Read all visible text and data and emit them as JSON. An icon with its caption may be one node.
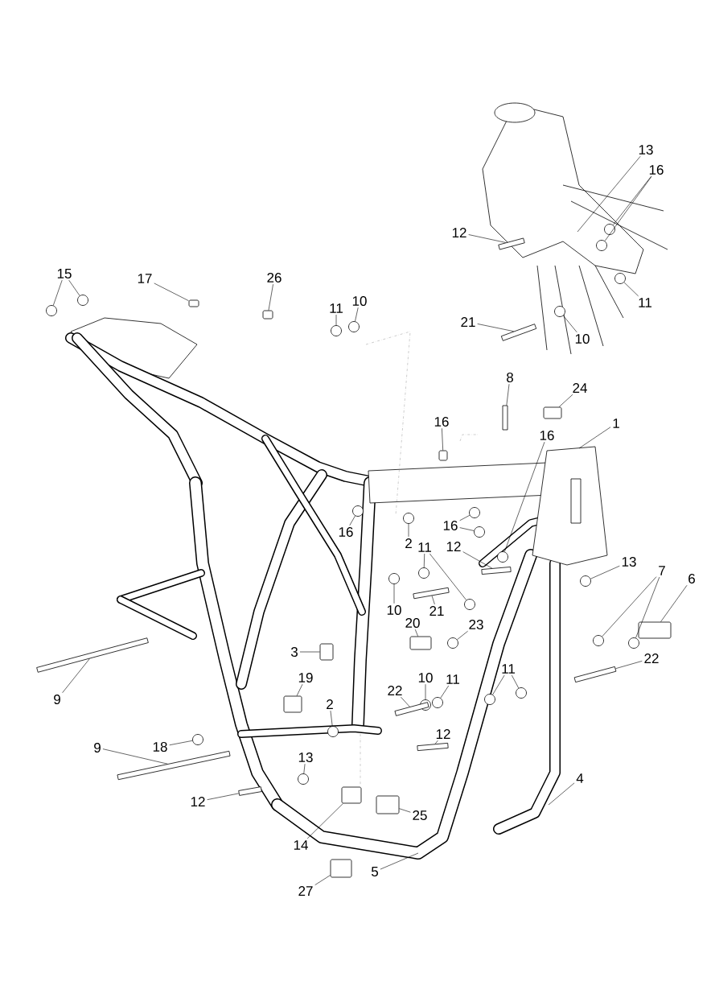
{
  "diagram": {
    "nodes": [
      {
        "text": [
          "13"
        ]
      },
      {
        "text": [
          "16"
        ]
      },
      {
        "text": [
          "12"
        ]
      },
      {
        "text": [
          "15"
        ]
      },
      {
        "text": [
          "17"
        ]
      },
      {
        "text": [
          "26"
        ]
      },
      {
        "text": [
          "11"
        ]
      },
      {
        "text": [
          "11"
        ]
      },
      {
        "text": [
          "10"
        ]
      },
      {
        "text": [
          "21"
        ]
      },
      {
        "text": [
          "10"
        ]
      },
      {
        "text": [
          "8"
        ]
      },
      {
        "text": [
          "24"
        ]
      },
      {
        "text": [
          "16"
        ]
      },
      {
        "text": [
          "1"
        ]
      },
      {
        "text": [
          "16"
        ]
      },
      {
        "text": [
          "16"
        ]
      },
      {
        "text": [
          "16"
        ]
      },
      {
        "text": [
          "2"
        ]
      },
      {
        "text": [
          "11"
        ]
      },
      {
        "text": [
          "12"
        ]
      },
      {
        "text": [
          "13"
        ]
      },
      {
        "text": [
          "7"
        ]
      },
      {
        "text": [
          "6"
        ]
      },
      {
        "text": [
          "10"
        ]
      },
      {
        "text": [
          "21"
        ]
      },
      {
        "text": [
          "20"
        ]
      },
      {
        "text": [
          "23"
        ]
      },
      {
        "text": [
          "3"
        ]
      },
      {
        "text": [
          "22"
        ]
      },
      {
        "text": [
          "11"
        ]
      },
      {
        "text": [
          "19"
        ]
      },
      {
        "text": [
          "10"
        ]
      },
      {
        "text": [
          "11"
        ]
      },
      {
        "text": [
          "22"
        ]
      },
      {
        "text": [
          "9"
        ]
      },
      {
        "text": [
          "2"
        ]
      },
      {
        "text": [
          "12"
        ]
      },
      {
        "text": [
          "18"
        ]
      },
      {
        "text": [
          "9"
        ]
      },
      {
        "text": [
          "13"
        ]
      },
      {
        "text": [
          "4"
        ]
      },
      {
        "text": [
          "12"
        ]
      },
      {
        "text": [
          "25"
        ]
      },
      {
        "text": [
          "14"
        ]
      },
      {
        "text": [
          "5"
        ]
      },
      {
        "text": [
          "27"
        ]
      },
      {
        "text": [],
        "shape": "circle"
      },
      {
        "text": [],
        "shape": "circle"
      },
      {
        "text": [],
        "shape": "bar"
      },
      {
        "text": [],
        "shape": "circle"
      },
      {
        "text": [],
        "shape": "circle"
      },
      {
        "text": [],
        "shape": "box"
      },
      {
        "text": [],
        "shape": "box"
      },
      {
        "text": [],
        "shape": "circle"
      },
      {
        "text": [],
        "shape": "circle"
      },
      {
        "text": [],
        "shape": "circle"
      },
      {
        "text": [],
        "shape": "bar"
      },
      {
        "text": [],
        "shape": "circle"
      },
      {
        "text": [],
        "shape": "bar"
      },
      {
        "text": [],
        "shape": "box"
      },
      {
        "text": [],
        "shape": "box"
      },
      {
        "text": [],
        "shape": "circle"
      },
      {
        "text": [],
        "shape": "circle"
      },
      {
        "text": [],
        "shape": "circle"
      },
      {
        "text": [],
        "shape": "circle"
      },
      {
        "text": [],
        "shape": "circle"
      },
      {
        "text": [],
        "shape": "circle"
      },
      {
        "text": [],
        "shape": "circle"
      },
      {
        "text": [],
        "shape": "bar"
      },
      {
        "text": [],
        "shape": "circle"
      },
      {
        "text": [],
        "shape": "circle"
      },
      {
        "text": [],
        "shape": "circle"
      },
      {
        "text": [],
        "shape": "box"
      },
      {
        "text": [],
        "shape": "circle"
      },
      {
        "text": [],
        "shape": "bar"
      },
      {
        "text": [],
        "shape": "box"
      },
      {
        "text": [],
        "shape": "circle"
      },
      {
        "text": [],
        "shape": "box"
      },
      {
        "text": [],
        "shape": "bar"
      },
      {
        "text": [],
        "shape": "circle"
      },
      {
        "text": [],
        "shape": "circle"
      },
      {
        "text": [],
        "shape": "box"
      },
      {
        "text": [],
        "shape": "circle"
      },
      {
        "text": [],
        "shape": "circle"
      },
      {
        "text": [],
        "shape": "bar"
      },
      {
        "text": [],
        "shape": "bar"
      },
      {
        "text": [],
        "shape": "circle"
      },
      {
        "text": [],
        "shape": "bar"
      },
      {
        "text": [],
        "shape": "circle"
      },
      {
        "text": [],
        "shape": "bar"
      },
      {
        "text": [],
        "shape": "circle"
      },
      {
        "text": [],
        "shape": "bar"
      },
      {
        "text": [],
        "shape": "box"
      },
      {
        "text": [],
        "shape": "box"
      },
      {
        "text": [],
        "shape": "box"
      }
    ],
    "edges": [
      {
        "from": 0,
        "to": null,
        "arrow": "none"
      },
      {
        "from": 1,
        "to": 47,
        "arrow": "none"
      },
      {
        "from": 1,
        "to": 48,
        "arrow": "none"
      },
      {
        "from": 2,
        "to": 49,
        "arrow": "none"
      },
      {
        "from": 3,
        "to": 50,
        "arrow": "none"
      },
      {
        "from": 3,
        "to": 51,
        "arrow": "none"
      },
      {
        "from": 4,
        "to": 52,
        "arrow": "none"
      },
      {
        "from": 5,
        "to": 53,
        "arrow": "none"
      },
      {
        "from": 6,
        "to": 54,
        "arrow": "none"
      },
      {
        "from": 7,
        "to": 55,
        "arrow": "none"
      },
      {
        "from": 8,
        "to": 56,
        "arrow": "none"
      },
      {
        "from": 9,
        "to": 57,
        "arrow": "none"
      },
      {
        "from": 10,
        "to": 58,
        "arrow": "none"
      },
      {
        "from": 11,
        "to": 59,
        "arrow": "none"
      },
      {
        "from": 12,
        "to": 60,
        "arrow": "none"
      },
      {
        "from": 13,
        "to": 61,
        "arrow": "none"
      },
      {
        "from": 14,
        "to": null,
        "arrow": "none"
      },
      {
        "from": 15,
        "to": 62,
        "arrow": "none"
      },
      {
        "from": 16,
        "to": 63,
        "arrow": "none"
      },
      {
        "from": 16,
        "to": 64,
        "arrow": "none"
      },
      {
        "from": 17,
        "to": 65,
        "arrow": "none"
      },
      {
        "from": 18,
        "to": 66,
        "arrow": "none"
      },
      {
        "from": 19,
        "to": 67,
        "arrow": "none"
      },
      {
        "from": 19,
        "to": 68,
        "arrow": "none"
      },
      {
        "from": 20,
        "to": 69,
        "arrow": "none"
      },
      {
        "from": 21,
        "to": 70,
        "arrow": "none"
      },
      {
        "from": 22,
        "to": 71,
        "arrow": "none"
      },
      {
        "from": 22,
        "to": 72,
        "arrow": "none"
      },
      {
        "from": 23,
        "to": 73,
        "arrow": "none"
      },
      {
        "from": 24,
        "to": 74,
        "arrow": "none"
      },
      {
        "from": 25,
        "to": 75,
        "arrow": "none"
      },
      {
        "from": 26,
        "to": 76,
        "arrow": "none"
      },
      {
        "from": 27,
        "to": 77,
        "arrow": "none"
      },
      {
        "from": 28,
        "to": 78,
        "arrow": "none"
      },
      {
        "from": 29,
        "to": 79,
        "arrow": "none"
      },
      {
        "from": 30,
        "to": 80,
        "arrow": "none"
      },
      {
        "from": 30,
        "to": 81,
        "arrow": "none"
      },
      {
        "from": 31,
        "to": 82,
        "arrow": "none"
      },
      {
        "from": 32,
        "to": 83,
        "arrow": "none"
      },
      {
        "from": 33,
        "to": 84,
        "arrow": "none"
      },
      {
        "from": 34,
        "to": 85,
        "arrow": "none"
      },
      {
        "from": 35,
        "to": 86,
        "arrow": "none"
      },
      {
        "from": 36,
        "to": 87,
        "arrow": "none"
      },
      {
        "from": 37,
        "to": 88,
        "arrow": "none"
      },
      {
        "from": 38,
        "to": 89,
        "arrow": "none"
      },
      {
        "from": 39,
        "to": 90,
        "arrow": "none"
      },
      {
        "from": 40,
        "to": 91,
        "arrow": "none"
      },
      {
        "from": 41,
        "to": null,
        "arrow": "none"
      },
      {
        "from": 42,
        "to": 92,
        "arrow": "none"
      },
      {
        "from": 43,
        "to": 93,
        "arrow": "none"
      },
      {
        "from": 44,
        "to": 94,
        "arrow": "none"
      },
      {
        "from": 45,
        "to": null,
        "arrow": "none"
      },
      {
        "from": 46,
        "to": 95,
        "arrow": "none"
      }
    ]
  }
}
